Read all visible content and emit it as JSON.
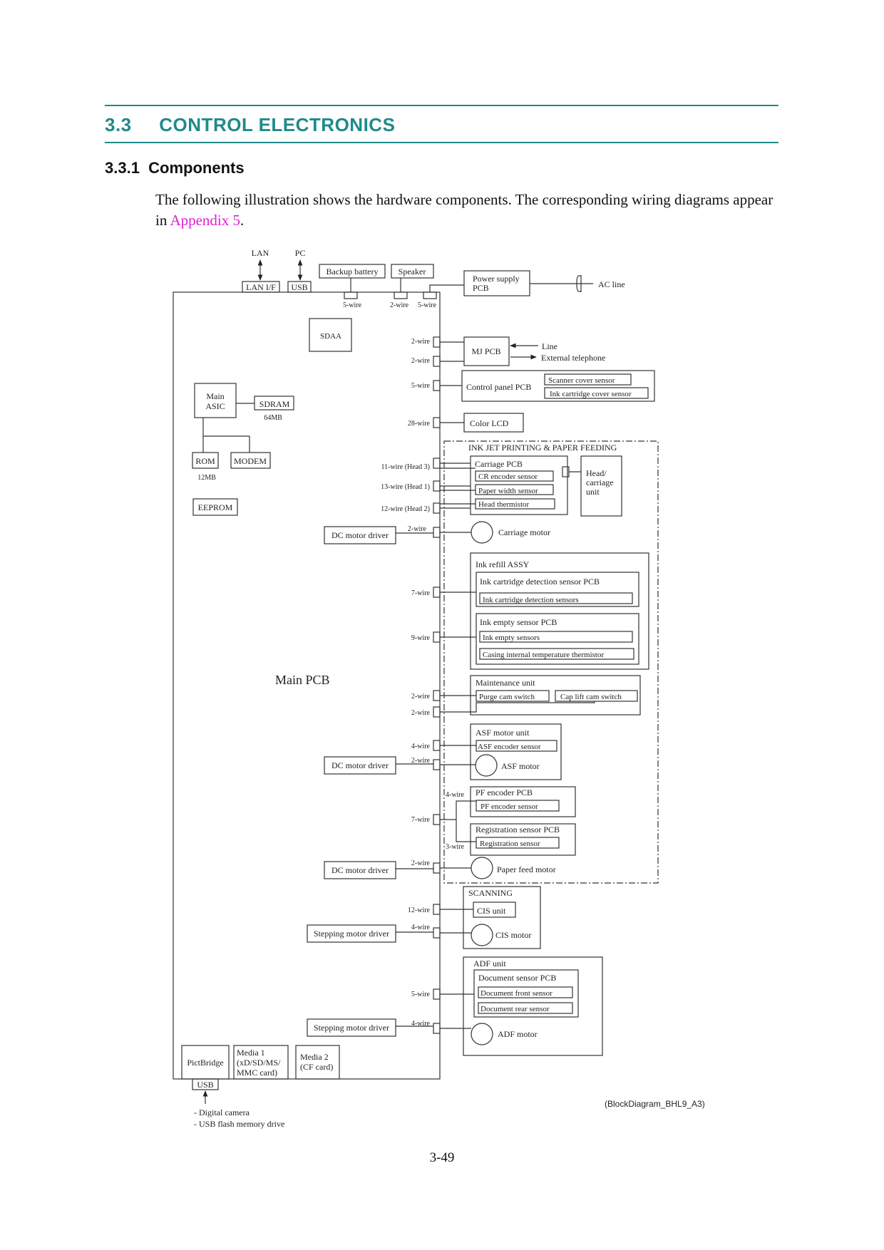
{
  "section": {
    "number": "3.3",
    "title": "CONTROL ELECTRONICS"
  },
  "subsection": {
    "number": "3.3.1",
    "title": "Components"
  },
  "intro": {
    "text_before": "The following illustration shows the hardware components. The corresponding wiring diagrams appear in ",
    "link": "Appendix 5",
    "text_after": "."
  },
  "diagram": {
    "ext_lan": "LAN",
    "ext_pc": "PC",
    "lan_if": "LAN I/F",
    "usb_top": "USB",
    "backup_battery": "Backup battery",
    "speaker": "Speaker",
    "power_supply": [
      "Power supply",
      "PCB"
    ],
    "ac_line": "AC line",
    "wire_backup": "5-wire",
    "wire_speaker": "2-wire",
    "wire_power": "5-wire",
    "sdaa": "SDAA",
    "wire_mj1": "2-wire",
    "wire_mj2": "2-wire",
    "mj_pcb": "MJ PCB",
    "line": "Line",
    "external_telephone": "External telephone",
    "main_asic": [
      "Main",
      "ASIC"
    ],
    "sdram": "SDRAM",
    "sdram_size": "64MB",
    "wire_control": "5-wire",
    "control_panel": "Control panel PCB",
    "scanner_cover_sensor": "Scanner cover sensor",
    "ink_cartridge_cover_sensor": "Ink cartridge cover sensor",
    "wire_lcd": "28-wire",
    "color_lcd": "Color LCD",
    "rom": "ROM",
    "rom_size": "12MB",
    "modem": "MODEM",
    "eeprom": "EEPROM",
    "ink_jet_group": "INK JET PRINTING & PAPER FEEDING",
    "wire_head3": "11-wire (Head 3)",
    "wire_head1": "13-wire (Head 1)",
    "wire_head2": "12-wire (Head 2)",
    "carriage_pcb": "Carriage PCB",
    "cr_encoder": "CR encoder sensor",
    "paper_width": "Paper width sensor",
    "head_thermistor": "Head thermistor",
    "head_carriage": [
      "Head/",
      "carriage",
      "unit"
    ],
    "dc_motor_driver_1": "DC motor driver",
    "wire_cr_motor": "2-wire",
    "carriage_motor": "Carriage motor",
    "ink_refill": "Ink refill ASSY",
    "wire_ink_det": "7-wire",
    "ink_det_pcb": "Ink cartridge detection sensor PCB",
    "ink_det_sensors": "Ink cartridge detection sensors",
    "wire_ink_empty": "9-wire",
    "ink_empty_pcb": "Ink empty sensor PCB",
    "ink_empty_sensors": "Ink empty sensors",
    "casing_thermistor": "Casing internal temperature thermistor",
    "main_pcb": "Main PCB",
    "maintenance": "Maintenance unit",
    "wire_purge": "2-wire",
    "wire_cap": "2-wire",
    "purge_cam": "Purge cam switch",
    "cap_lift": "Cap lift cam switch",
    "asf_unit": "ASF motor unit",
    "wire_asf_enc": "4-wire",
    "asf_encoder": "ASF encoder sensor",
    "dc_motor_driver_2": "DC motor driver",
    "wire_asf_motor": "2-wire",
    "asf_motor": "ASF motor",
    "wire_pf_4": "4-wire",
    "pf_encoder_pcb": "PF encoder PCB",
    "pf_encoder_sensor": "PF encoder sensor",
    "wire_pf_7": "7-wire",
    "registration_pcb": "Registration sensor PCB",
    "registration_sensor": "Registration sensor",
    "wire_reg_3": "3-wire",
    "dc_motor_driver_3": "DC motor driver",
    "wire_pf_motor": "2-wire",
    "paper_feed_motor": "Paper feed motor",
    "scanning": "SCANNING",
    "wire_cis": "12-wire",
    "cis_unit": "CIS unit",
    "stepping_driver_1": "Stepping motor driver",
    "wire_cis_motor": "4-wire",
    "cis_motor": "CIS motor",
    "adf_unit": "ADF unit",
    "wire_doc": "5-wire",
    "doc_sensor_pcb": "Document sensor PCB",
    "doc_front": "Document front sensor",
    "doc_rear": "Document rear sensor",
    "stepping_driver_2": "Stepping motor driver",
    "wire_adf_motor": "4-wire",
    "adf_motor": "ADF motor",
    "pictbridge": "PictBridge",
    "media1": [
      "Media 1",
      "(xD/SD/MS/",
      "MMC card)"
    ],
    "media2": [
      "Media 2",
      "(CF card)"
    ],
    "usb_bottom": "USB",
    "digital_camera": "- Digital camera",
    "usb_flash": "- USB flash memory drive"
  },
  "caption": "(BlockDiagram_BHL9_A3)",
  "page_number": "3-49"
}
